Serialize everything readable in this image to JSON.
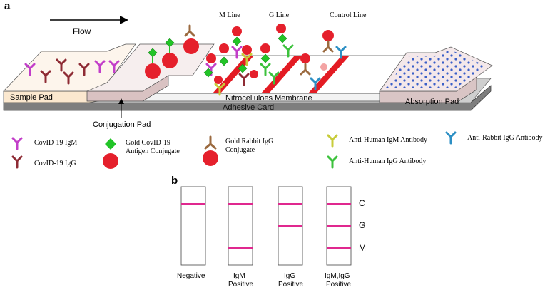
{
  "panel_a": {
    "panel_label": "a",
    "flow_label": "Flow",
    "line_labels": {
      "m_line": "M Line",
      "g_line": "G Line",
      "control_line": "Control Line"
    },
    "parts": {
      "sample_pad": "Sample Pad",
      "nitrocellulose_membrane": "Nitrocelluloes Membrane",
      "adhesive_card": "Adhesive Card",
      "absorption_pad": "Absorption Pad",
      "conjugation_pad": "Conjugation Pad"
    },
    "legend": {
      "covid_igm": "CovID-19  IgM",
      "covid_igg": "CovID-19  IgG",
      "gold_antigen_line1": "Gold CovID-19",
      "gold_antigen_line2": "Antigen Conjugate",
      "gold_rabbit_line1": "Gold Rabbit IgG",
      "gold_rabbit_line2": "Conjugate",
      "anti_human_igm": "Anti-Human IgM Antibody",
      "anti_human_igg": "Anti-Human IgG Antibody",
      "anti_rabbit_igg": "Anti-Rabbit IgG Antibody"
    },
    "colors": {
      "igm_magenta": "#c23ec9",
      "igg_darkred": "#8e2b34",
      "gold_red": "#e5202c",
      "antigen_green": "#22c427",
      "rabbit_brown": "#9b6a3f",
      "anti_igm_yellow": "#c8cc3a",
      "anti_igg_green": "#3cc23c",
      "anti_rabbit_blue": "#2c8fc4",
      "line_red": "#e31b23"
    }
  },
  "panel_b": {
    "panel_label": "b",
    "line_labels": {
      "c": "C",
      "g": "G",
      "m": "M"
    },
    "strips": [
      {
        "label_line1": "Negative",
        "label_line2": ""
      },
      {
        "label_line1": "IgM",
        "label_line2": "Positive"
      },
      {
        "label_line1": "IgG",
        "label_line2": "Positive"
      },
      {
        "label_line1": "IgM,IgG",
        "label_line2": "Positive"
      }
    ],
    "band_color": "#e0288f"
  }
}
